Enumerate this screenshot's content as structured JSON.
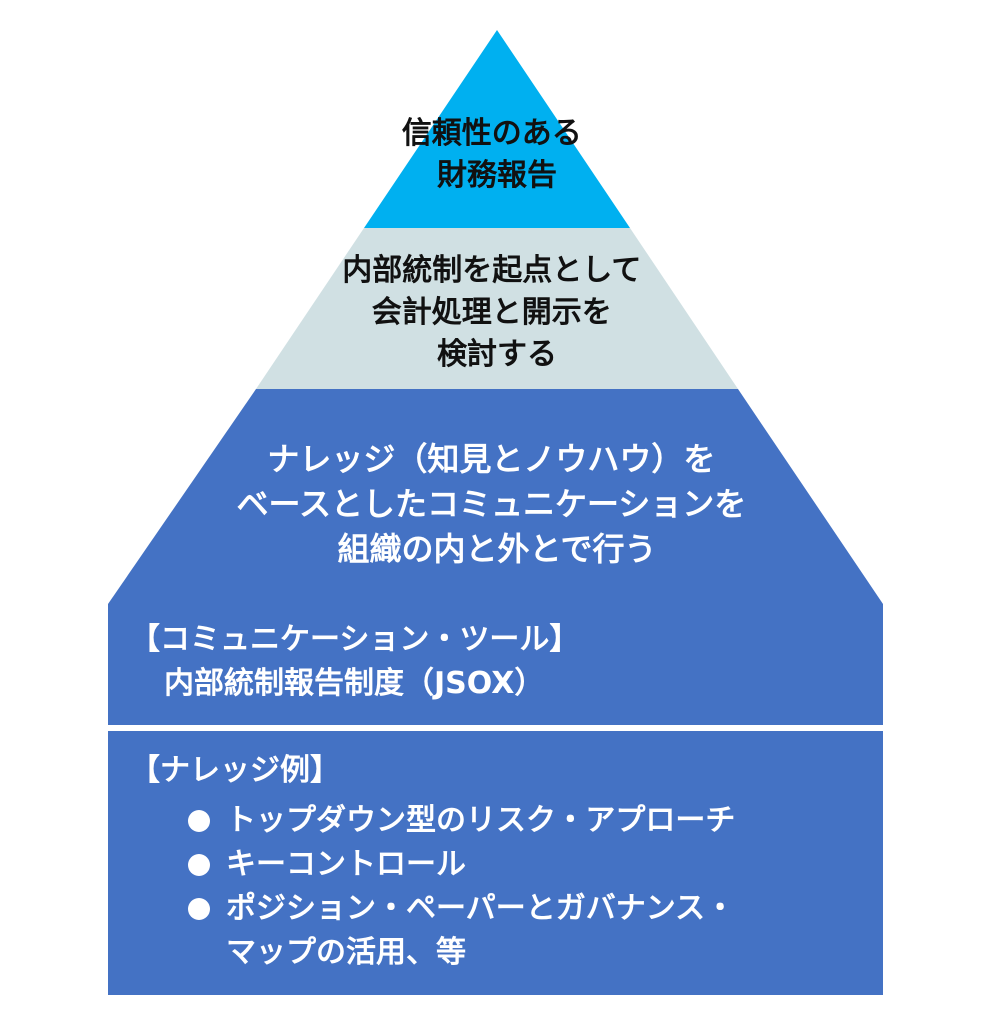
{
  "pyramid": {
    "top": {
      "lines": [
        "信頼性のある",
        "財務報告"
      ],
      "fill": "#00B0F0",
      "text_color": "#111111"
    },
    "middle": {
      "lines": [
        "内部統制を起点として",
        "会計処理と開示を",
        "検討する"
      ],
      "fill": "#D0E0E3",
      "text_color": "#111111"
    },
    "bottom": {
      "lines": [
        "ナレッジ（知見とノウハウ）を",
        "ベースとしたコミュニケーションを",
        "組織の内と外とで行う"
      ],
      "fill": "#4472C4",
      "text_color": "#FFFFFF"
    }
  },
  "tools_box": {
    "heading": "【コミュニケーション・ツール】",
    "content": "内部統制報告制度（JSOX）",
    "fill": "#4472C4"
  },
  "knowledge_box": {
    "heading": "【ナレッジ例】",
    "items": [
      "トップダウン型のリスク・アプローチ",
      "キーコントロール",
      "ポジション・ペーパーとガバナンス・\nマップの活用、等"
    ],
    "fill": "#4472C4"
  }
}
